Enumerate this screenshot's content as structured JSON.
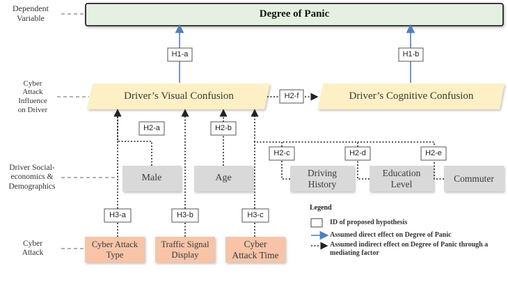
{
  "side_labels": {
    "dependent": "Dependent\nVariable",
    "cyber_influence": "Cyber\nAttack\nInfluence\non Driver",
    "demographics": "Driver Social-\neconomics &\nDemographics",
    "cyber_attack": "Cyber\nAttack"
  },
  "nodes": {
    "panic": "Degree of Panic",
    "visual": "Driver’s Visual Confusion",
    "cognitive": "Driver’s Cognitive Confusion",
    "male": "Male",
    "age": "Age",
    "driving_history": "Driving\nHistory",
    "education": "Education\nLevel",
    "commuter": "Commuter",
    "attack_type": "Cyber Attack\nType",
    "traffic_signal": "Traffic Signal\nDisplay",
    "attack_time": "Cyber\nAttack Time"
  },
  "hypotheses": {
    "h1a": "H1-a",
    "h1b": "H1-b",
    "h2f": "H2-f",
    "h2a": "H2-a",
    "h2b": "H2-b",
    "h2c": "H2-c",
    "h2d": "H2-d",
    "h2e": "H2-e",
    "h3a": "H3-a",
    "h3b": "H3-b",
    "h3c": "H3-c"
  },
  "legend": {
    "title": "Legend",
    "id_box": "ID of proposed hypothesis",
    "direct": "Assumed direct effect on Degree of Panic",
    "indirect": "Assumed indirect effect on Degree of Panic through a\nmediating factor"
  },
  "colors": {
    "panic_fill": "#e6f0e2",
    "confusion_fill": "#fdf0c4",
    "demographic_fill": "#d9d9d9",
    "attack_fill": "#f7c4a8",
    "direct_arrow": "#4f7fbf"
  }
}
